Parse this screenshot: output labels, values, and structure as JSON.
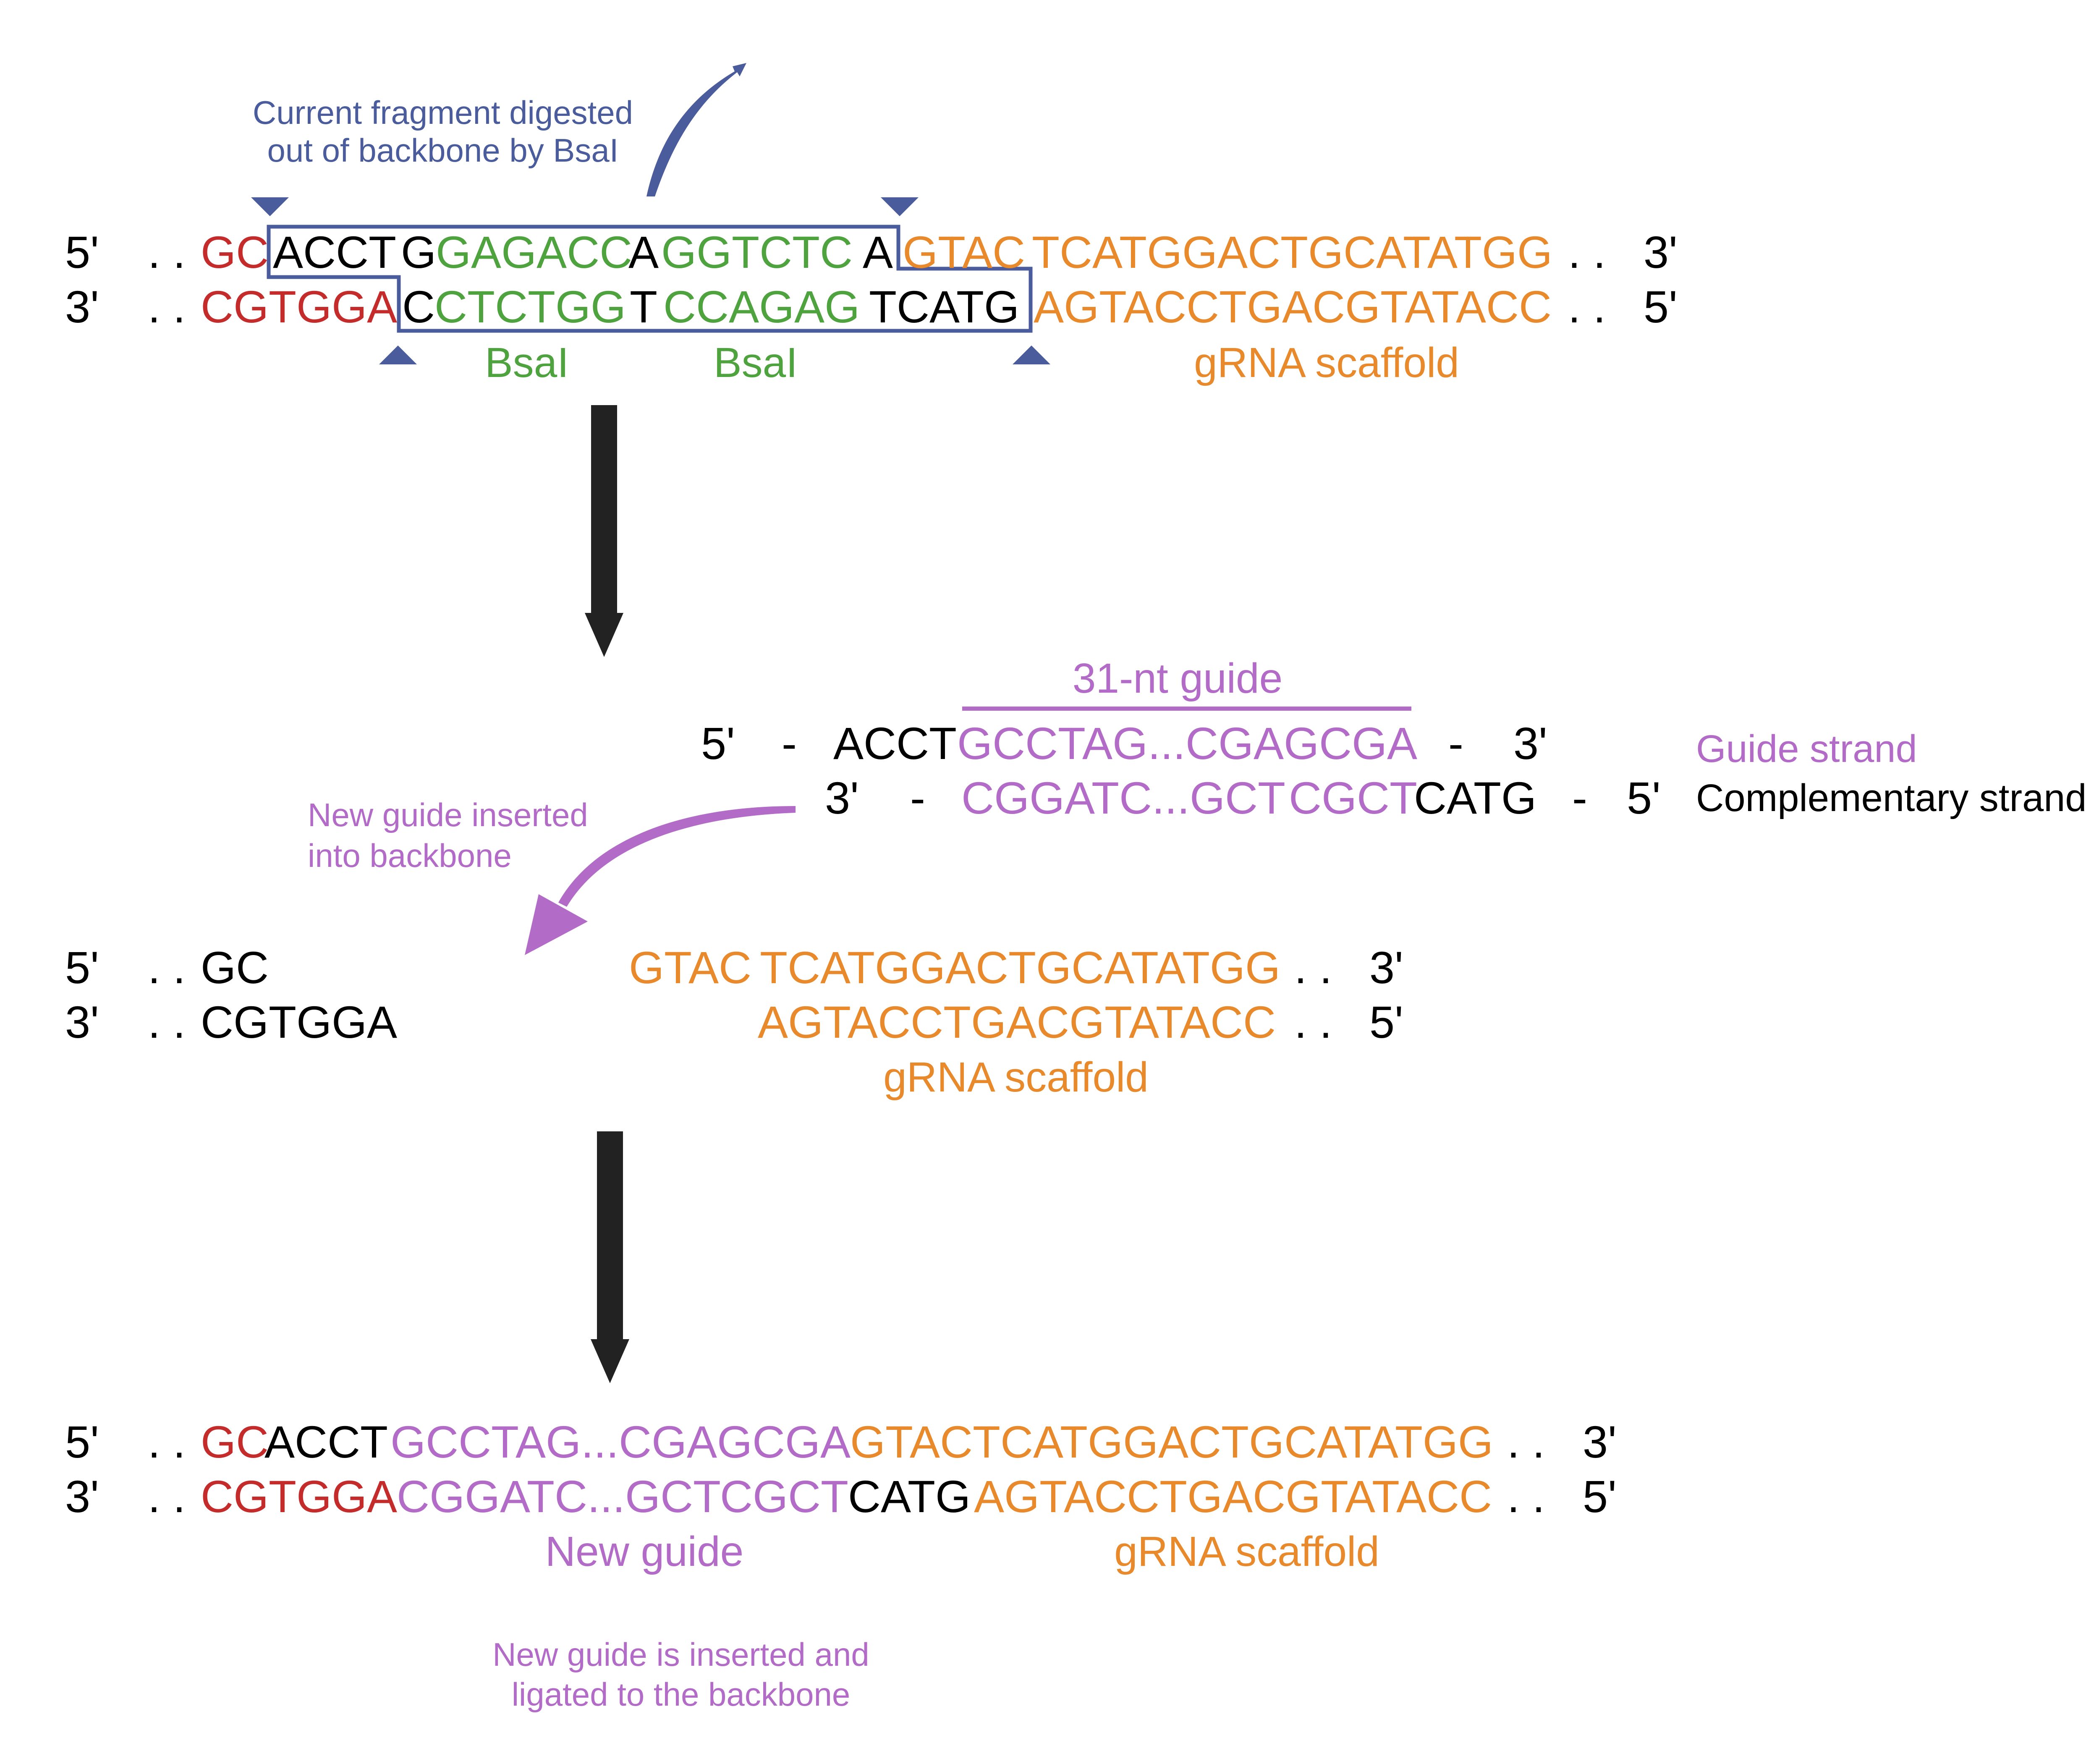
{
  "colors": {
    "black": "#000000",
    "red": "#c42b2b",
    "green": "#4fa33f",
    "orange": "#e8892c",
    "purple": "#b36bc8",
    "blue": "#4b5c9c",
    "arrow": "#222222"
  },
  "icons": {
    "cut_marker": "triangle-marker-icon",
    "process_arrow": "down-arrow-icon",
    "curved_arrow": "curved-arrow-icon"
  },
  "step1": {
    "annotation_line1": "Current fragment digested",
    "annotation_line2": "out of backbone by BsaI",
    "top": {
      "prime_left": "5'",
      "dots_left": ". .",
      "s_red": "GC",
      "s_black1": "ACCT",
      "s_black2": "G",
      "s_green1": "GAGACC",
      "s_black3": "A",
      "s_green2": "GGTCTC",
      "s_black4": "A",
      "s_orange1": "GTAC",
      "s_orange2": "TCATGGACTGCATATGG",
      "dots_right": ". .",
      "prime_right": "3'"
    },
    "bottom": {
      "prime_left": "3'",
      "dots_left": ". .",
      "s_red": "CGTGGA",
      "s_black1": "C",
      "s_green1": "CTCTGG",
      "s_black2": "T",
      "s_green2": "CCAGAG",
      "s_black3": "TCATG",
      "s_orange": "AGTACCTGACGTATACC",
      "dots_right": ". .",
      "prime_right": "5'"
    },
    "label_bsai_1": "BsaI",
    "label_bsai_2": "BsaI",
    "label_scaffold": "gRNA scaffold"
  },
  "step2": {
    "guide_label": "31-nt guide",
    "top": {
      "prime_left": "5'",
      "dash_left": "-",
      "s_black": "ACCT",
      "s_purple": "GCCTAG...CGAGCGA",
      "dash_right": "-",
      "prime_right": "3'"
    },
    "bottom": {
      "prime_left": "3'",
      "dash_left": "-",
      "s_purple1": "CGGATC...GCT",
      "s_purple2": "CGCT",
      "s_black": "CATG",
      "dash_right": "-",
      "prime_right": "5'"
    },
    "guide_strand": "Guide strand",
    "complementary_strand": "Complementary strand",
    "insert_note_line1": "New guide inserted",
    "insert_note_line2": "into backbone"
  },
  "step3": {
    "top": {
      "prime_left": "5'",
      "dots_left": ". .",
      "s_black": "GC",
      "s_orange1": "GTAC",
      "s_orange2": "TCATGGACTGCATATGG",
      "dots_right": ". .",
      "prime_right": "3'"
    },
    "bottom": {
      "prime_left": "3'",
      "dots_left": ". .",
      "s_black": "CGTGGA",
      "s_orange": "AGTACCTGACGTATACC",
      "dots_right": ". .",
      "prime_right": "5'"
    },
    "label_scaffold": "gRNA scaffold"
  },
  "step4": {
    "top": {
      "prime_left": "5'",
      "dots_left": ". .",
      "s_red": "GC",
      "s_black": "ACCT",
      "s_purple": "GCCTAG...CGAGCGA",
      "s_orange": "GTACTCATGGACTGCATATGG",
      "dots_right": ". .",
      "prime_right": "3'"
    },
    "bottom": {
      "prime_left": "3'",
      "dots_left": ". .",
      "s_red": "CGTGGA",
      "s_purple1": "CGGATC...GCT",
      "s_purple2": "CGCT",
      "s_black": "CATG",
      "s_orange": "AGTACCTGACGTATACC",
      "dots_right": ". .",
      "prime_right": "5'"
    },
    "label_new_guide": "New guide",
    "label_scaffold": "gRNA scaffold",
    "final_note_line1": "New guide is inserted and",
    "final_note_line2": "ligated to the backbone"
  }
}
